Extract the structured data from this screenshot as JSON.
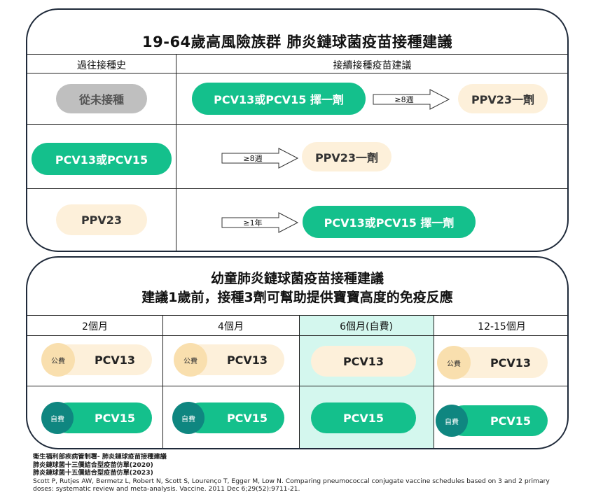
{
  "adult": {
    "title": "19-64歲高風險族群  肺炎鏈球菌疫苗接種建議",
    "col_history": "過往接種史",
    "col_followup": "接續接種疫苗建議",
    "rows": [
      {
        "history": "從未接種",
        "first": "PCV13或PCV15 擇一劑",
        "interval": "≥8週",
        "second": "PPV23一劑"
      },
      {
        "history": "PCV13或PCV15",
        "interval": "≥8週",
        "next": "PPV23一劑"
      },
      {
        "history": "PPV23",
        "interval": "≥1年",
        "next": "PCV13或PCV15 擇一劑"
      }
    ]
  },
  "child": {
    "title_line1": "幼童肺炎鏈球菌疫苗接種建議",
    "title_line2": "建議1歲前，接種3劑可幫助提供寶寶高度的免疫反應",
    "columns": [
      "2個月",
      "4個月",
      "6個月(自費)",
      "12-15個月"
    ],
    "public_label": "公費",
    "self_label": "自費",
    "pcv13": "PCV13",
    "pcv15": "PCV15"
  },
  "references": [
    "衛生福利部疾病管制署- 肺炎鏈球疫苗接種建議",
    "肺炎鏈球菌十三價結合型疫苗仿單(2020)",
    "肺炎鏈球菌十五價結合型疫苗仿單(2023)",
    "Scott P, Rutjes AW, Bermetz L, Robert N, Scott S, Lourenço T, Egger M, Low N. Comparing pneumococcal conjugate vaccine schedules based on 3 and 2 primary",
    "doses: systematic review and meta-analysis. Vaccine. 2011 Dec 6;29(52):9711-21."
  ],
  "colors": {
    "green": "#14c08c",
    "cream": "#fdf0da",
    "gray": "#bfbfbf",
    "teal": "#0f8680",
    "highlight": "#d4f7ee",
    "border": "#1f2a3a"
  }
}
